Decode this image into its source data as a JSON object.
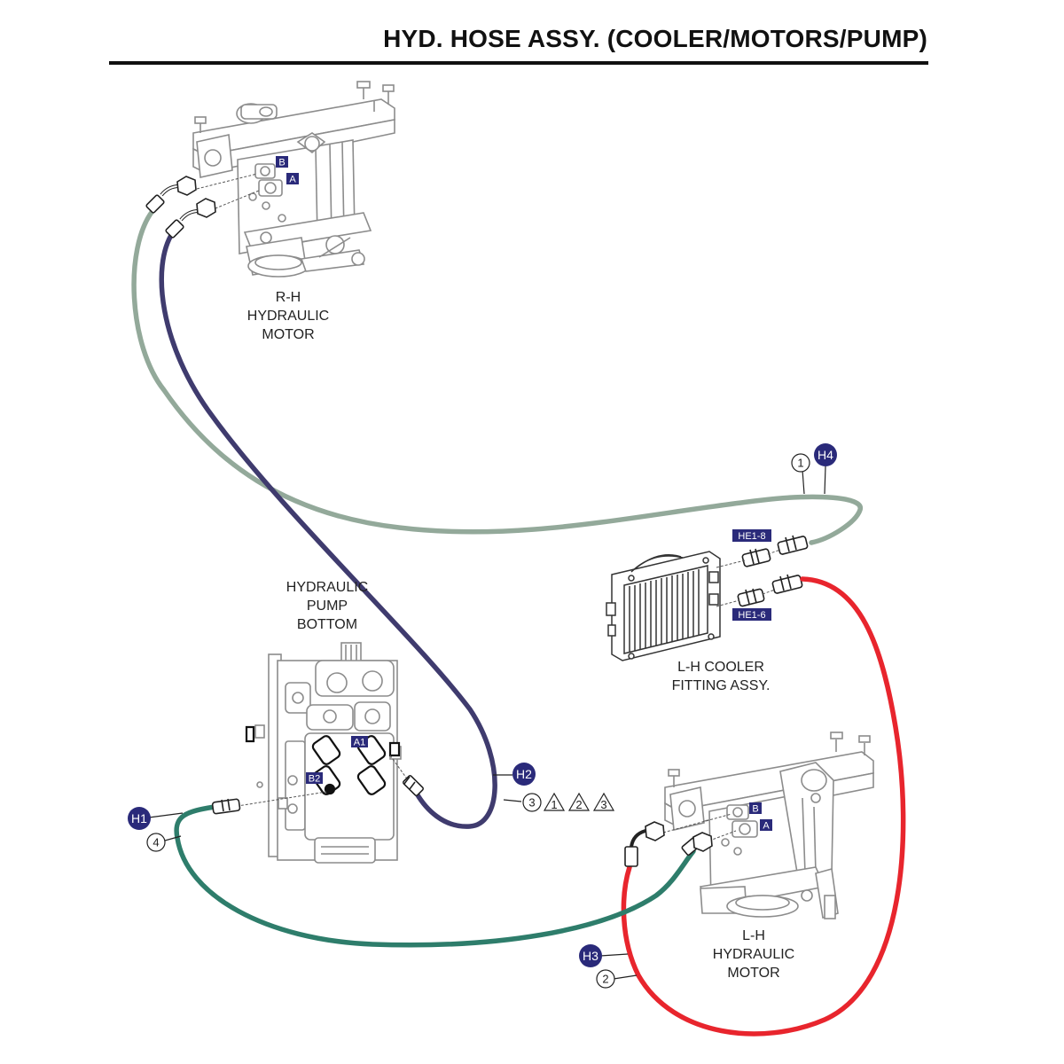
{
  "title": "HYD. HOSE ASSY. (COOLER/MOTORS/PUMP)",
  "components": {
    "rh_motor": [
      "R-H",
      "HYDRAULIC",
      "MOTOR"
    ],
    "pump": [
      "HYDRAULIC",
      "PUMP",
      "BOTTOM"
    ],
    "cooler": [
      "L-H COOLER",
      "FITTING ASSY."
    ],
    "lh_motor": [
      "L-H",
      "HYDRAULIC",
      "MOTOR"
    ]
  },
  "port_labels": {
    "rh_b": "B",
    "rh_a": "A",
    "lh_b": "B",
    "lh_a": "A",
    "pump_a1": "A1",
    "pump_b2": "B2",
    "cooler_top": "HE1-8",
    "cooler_bottom": "HE1-6"
  },
  "hoses": [
    {
      "id": "H1",
      "callout": "4",
      "color": "#2e7d6b"
    },
    {
      "id": "H2",
      "callout": "3",
      "color": "#3f3b6e"
    },
    {
      "id": "H3",
      "callout": "2",
      "color": "#e8252d"
    },
    {
      "id": "H4",
      "callout": "1",
      "color": "#93a99a"
    }
  ],
  "warning_triangles": [
    "1",
    "2",
    "3"
  ],
  "colors": {
    "badge": "#2a2a7a",
    "line_art": "#8c8c8c"
  }
}
